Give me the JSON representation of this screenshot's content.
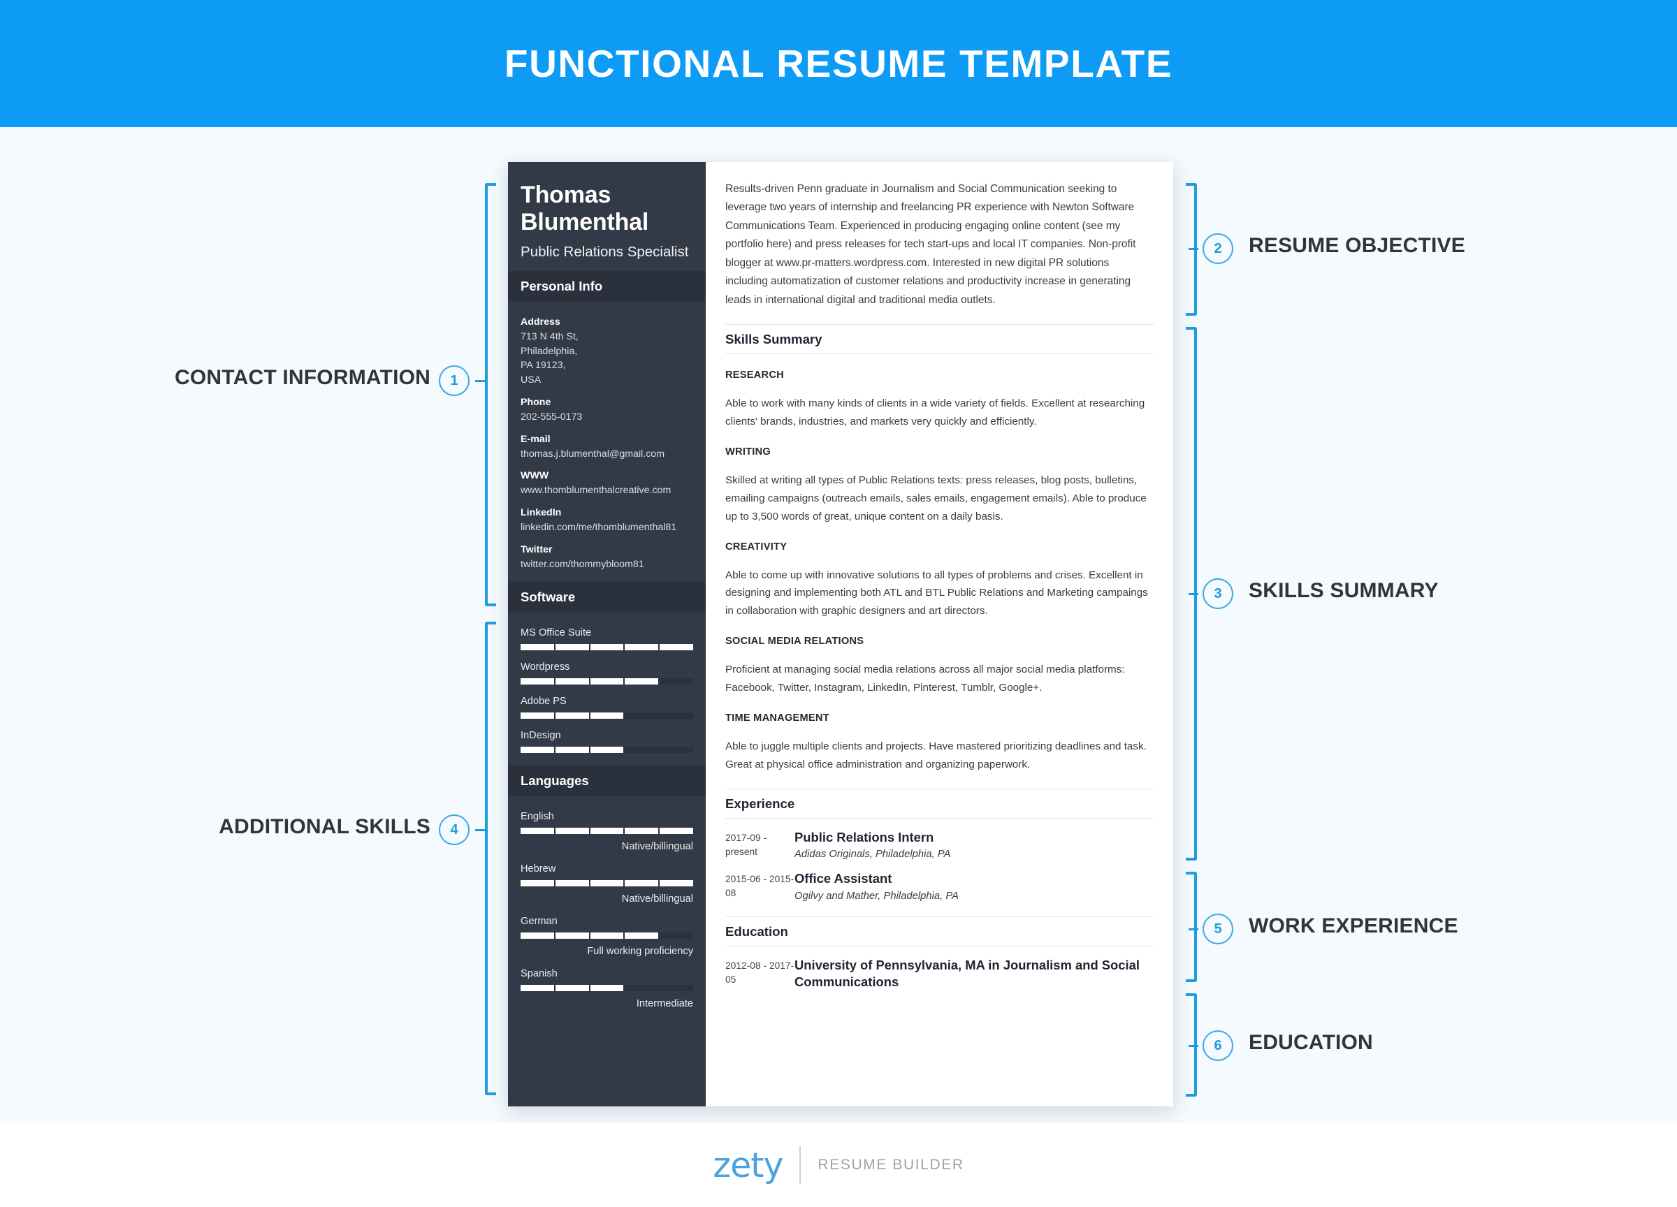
{
  "banner": {
    "title": "FUNCTIONAL RESUME TEMPLATE",
    "color": "#0d9bf5"
  },
  "theme": {
    "page_background": "#f4fafd",
    "accent_blue": "#1f9be0",
    "sidebar_dark": "#333a47",
    "sidebar_header_dark": "#2a303c"
  },
  "resume": {
    "sidebar": {
      "name": "Thomas Blumenthal",
      "job_title": "Public Relations Specialist",
      "personal_info_heading": "Personal Info",
      "contact_fields": [
        {
          "label": "Address",
          "value": "713 N 4th St,\nPhiladelphia,\nPA 19123,\nUSA"
        },
        {
          "label": "Phone",
          "value": "202-555-0173"
        },
        {
          "label": "E-mail",
          "value": "thomas.j.blumenthal@gmail.com"
        },
        {
          "label": "WWW",
          "value": "www.thomblumenthalcreative.com"
        },
        {
          "label": "LinkedIn",
          "value": "linkedin.com/me/thomblumenthal81"
        },
        {
          "label": "Twitter",
          "value": "twitter.com/thommybloom81"
        }
      ],
      "software_heading": "Software",
      "software": [
        {
          "name": "MS Office Suite",
          "filled": 5,
          "total": 5
        },
        {
          "name": "Wordpress",
          "filled": 4,
          "total": 5
        },
        {
          "name": "Adobe PS",
          "filled": 3,
          "total": 5
        },
        {
          "name": "InDesign",
          "filled": 3,
          "total": 5
        }
      ],
      "languages_heading": "Languages",
      "languages": [
        {
          "name": "English",
          "filled": 5,
          "total": 5,
          "level": "Native/billingual"
        },
        {
          "name": "Hebrew",
          "filled": 5,
          "total": 5,
          "level": "Native/billingual"
        },
        {
          "name": "German",
          "filled": 4,
          "total": 5,
          "level": "Full working proficiency"
        },
        {
          "name": "Spanish",
          "filled": 3,
          "total": 5,
          "level": "Intermediate"
        }
      ]
    },
    "main": {
      "objective": "Results-driven Penn graduate in Journalism and Social Communication seeking to leverage two years of internship and freelancing PR experience with Newton Software Communications Team. Experienced in producing engaging online content (see my portfolio here) and press releases for tech start-ups and local IT companies. Non-profit blogger at www.pr-matters.wordpress.com. Interested in new digital PR solutions including automatization of customer relations and productivity increase in generating leads in international digital and traditional media outlets.",
      "skills_summary_heading": "Skills Summary",
      "skills": [
        {
          "title": "RESEARCH",
          "text": "Able to work with many kinds of clients in a wide variety of fields. Excellent at researching clients' brands, industries, and markets very quickly and efficiently."
        },
        {
          "title": "WRITING",
          "text": "Skilled at writing all types of Public Relations texts: press releases, blog posts, bulletins, emailing campaigns (outreach emails, sales emails, engagement emails). Able to produce up to 3,500 words of great, unique content on a daily basis."
        },
        {
          "title": "CREATIVITY",
          "text": "Able to come up with innovative solutions to all types of problems and crises. Excellent in designing and implementing both ATL and BTL Public Relations and Marketing campaings in collaboration with graphic designers and art directors."
        },
        {
          "title": "SOCIAL MEDIA RELATIONS",
          "text": "Proficient at managing social media relations across all major social media platforms: Facebook, Twitter, Instagram, LinkedIn, Pinterest, Tumblr, Google+."
        },
        {
          "title": "TIME MANAGEMENT",
          "text": "Able to juggle multiple clients and projects. Have mastered prioritizing deadlines and task. Great at physical office administration and organizing paperwork."
        }
      ],
      "experience_heading": "Experience",
      "experience": [
        {
          "date": "2017-09 - present",
          "title": "Public Relations Intern",
          "subtitle": "Adidas Originals, Philadelphia, PA"
        },
        {
          "date": "2015-06 - 2015-08",
          "title": "Office Assistant",
          "subtitle": "Ogilvy and Mather, Philadelphia, PA"
        }
      ],
      "education_heading": "Education",
      "education": [
        {
          "date": "2012-08 - 2017-05",
          "title": "University of Pennsylvania, MA in Journalism and Social Communications"
        }
      ]
    }
  },
  "annotations": {
    "left": [
      {
        "number": "1",
        "label": "CONTACT INFORMATION"
      },
      {
        "number": "4",
        "label": "ADDITIONAL SKILLS"
      }
    ],
    "right": [
      {
        "number": "2",
        "label": "RESUME OBJECTIVE"
      },
      {
        "number": "3",
        "label": "SKILLS SUMMARY"
      },
      {
        "number": "5",
        "label": "WORK EXPERIENCE"
      },
      {
        "number": "6",
        "label": "EDUCATION"
      }
    ]
  },
  "footer": {
    "logo": "zety",
    "tagline": "RESUME BUILDER"
  }
}
